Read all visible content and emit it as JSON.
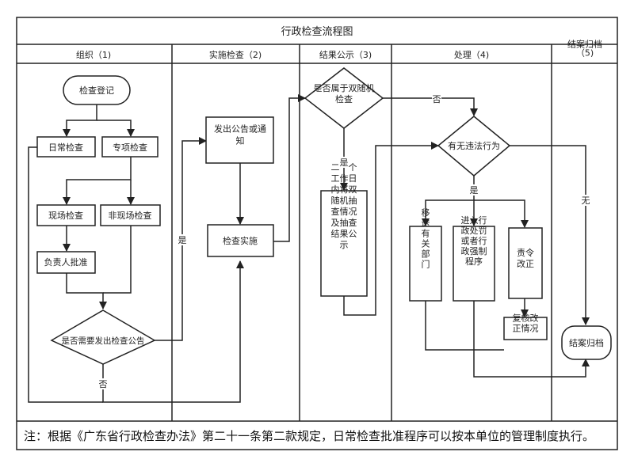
{
  "title": "行政检查流程图",
  "columns": [
    "组织（1)",
    "实施检查（2)",
    "结果公示（3)",
    "处理（4)",
    "结案归档\n（5)"
  ],
  "nodes": {
    "register": "检查登记",
    "daily": "日常检查",
    "special": "专项检查",
    "onsite": "现场检查",
    "offsite": "非现场检查",
    "approve": "负责人批准",
    "need_notice": "是否需要发出检查公告",
    "issue_notice": "发出公告或通\n知",
    "do_check": "检查实施",
    "double_random": "是否属于双随机\n检查",
    "publish_20": "二十个\n工作日\n内将双\n随机抽\n查情况\n及抽查\n结果公\n示",
    "violation": "有无违法行为",
    "transfer": "移\n送\n有\n关\n部\n门",
    "penalty": "进入行\n政处罚\n或者行\n政强制\n程序",
    "rectify": "责令\n改正",
    "review": "复核改\n正情况",
    "close": "结案归档"
  },
  "edge_labels": {
    "yes_notice": "是",
    "no_notice": "否",
    "no_random": "否",
    "yes_random": "是",
    "yes_violation": "是",
    "no_violation": "无"
  },
  "note": "注：根据《广东省行政检查办法》第二十一条第二款规定，日常检查批准程序可以按本单位的管理制度执行。"
}
